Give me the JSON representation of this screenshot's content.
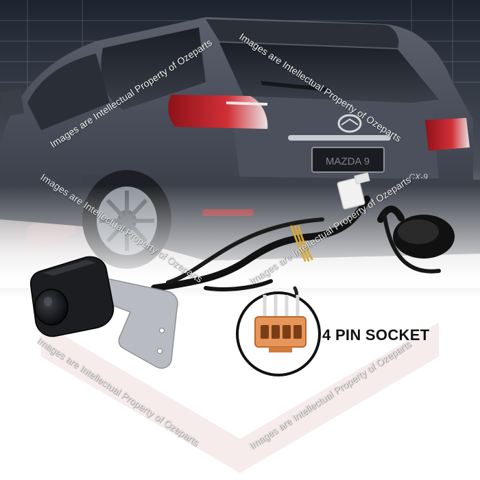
{
  "product_photo": {
    "callout_label": "4 PIN SOCKET",
    "watermark_text": "Images are Intellectual Property of Ozeparts",
    "license_plate_text": "MAZDA 9",
    "badge_text": "CX-9",
    "icons": [
      "car-illustration",
      "reverse-camera",
      "connector-plug",
      "bracket"
    ],
    "colors": {
      "car_body": "#4a4f5c",
      "taillight": "#c0212a",
      "connector": "#e8955a",
      "background_tint": "#e7c9c9"
    }
  }
}
